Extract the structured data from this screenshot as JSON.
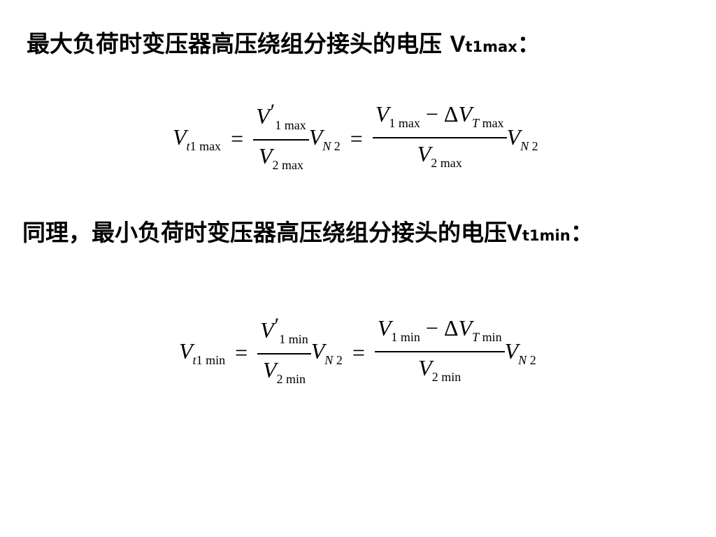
{
  "heading_max": {
    "text": "最大负荷时变压器高压绕组分接头的电压 ",
    "var": "V",
    "sub": "t1max",
    "colon": "："
  },
  "heading_min": {
    "text": "同理，最小负荷时变压器高压绕组分接头的电压",
    "var": "V",
    "sub": "t1min",
    "colon": "："
  },
  "formula_max": {
    "lhs_var": "V",
    "lhs_sub_t": "t",
    "lhs_sub_rest": "1 max",
    "eq": "=",
    "f1_num_var": "V",
    "f1_num_prime": "′",
    "f1_num_sub": "1 max",
    "f1_den_var": "V",
    "f1_den_sub": "2 max",
    "vn_var": "V",
    "vn_sub_n": "N",
    "vn_sub_2": " 2",
    "eq2": "=",
    "f2_num_a_var": "V",
    "f2_num_a_sub": "1 max",
    "f2_minus": "−",
    "f2_delta": "Δ",
    "f2_num_b_var": "V",
    "f2_num_b_sub_t": "T",
    "f2_num_b_sub_rest": " max",
    "f2_den_var": "V",
    "f2_den_sub": "2 max",
    "vn2_var": "V",
    "vn2_sub_n": "N",
    "vn2_sub_2": " 2"
  },
  "formula_min": {
    "lhs_var": "V",
    "lhs_sub_t": "t",
    "lhs_sub_rest": "1 min",
    "eq": "=",
    "f1_num_var": "V",
    "f1_num_prime": "′",
    "f1_num_sub": "1 min",
    "f1_den_var": "V",
    "f1_den_sub": "2 min",
    "vn_var": "V",
    "vn_sub_n": "N",
    "vn_sub_2": " 2",
    "eq2": "=",
    "f2_num_a_var": "V",
    "f2_num_a_sub": "1 min",
    "f2_minus": "−",
    "f2_delta": "Δ",
    "f2_num_b_var": "V",
    "f2_num_b_sub_t": "T",
    "f2_num_b_sub_rest": " min",
    "f2_den_var": "V",
    "f2_den_sub": "2 min",
    "vn2_var": "V",
    "vn2_sub_n": "N",
    "vn2_sub_2": " 2"
  }
}
